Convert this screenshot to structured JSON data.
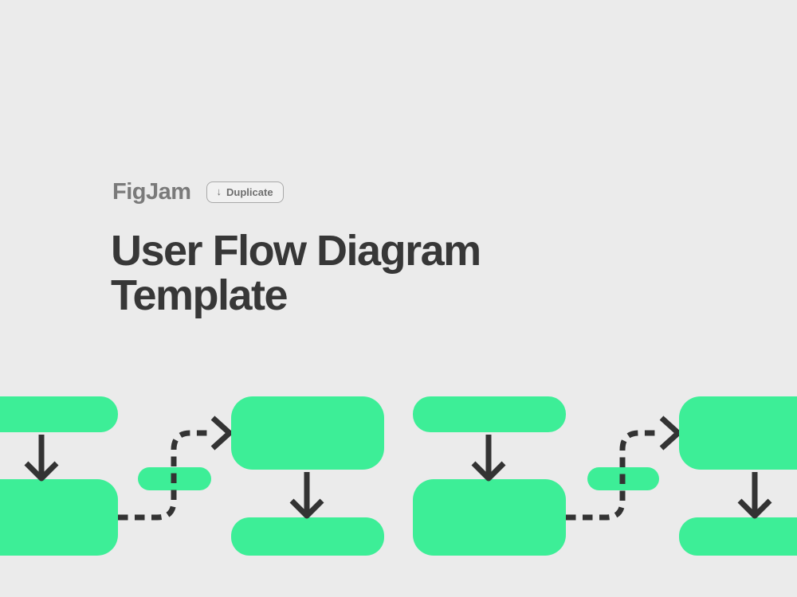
{
  "header": {
    "logo": "FigJam",
    "duplicate_button": {
      "icon": "↓",
      "label": "Duplicate"
    }
  },
  "title": "User Flow Diagram Template",
  "colors": {
    "background": "#EBEBEB",
    "node_green": "#3DEE97",
    "ink": "#333333",
    "title_text": "#373737",
    "logo_gray": "#7A7A7A",
    "button_text": "#6E6E6E",
    "button_border": "#A8A8A8",
    "button_bg": "#F1F1F1"
  },
  "diagram": {
    "type": "user-flow-illustration",
    "node_count": 10,
    "solid_arrow_count": 4,
    "dashed_connector_count": 2
  }
}
